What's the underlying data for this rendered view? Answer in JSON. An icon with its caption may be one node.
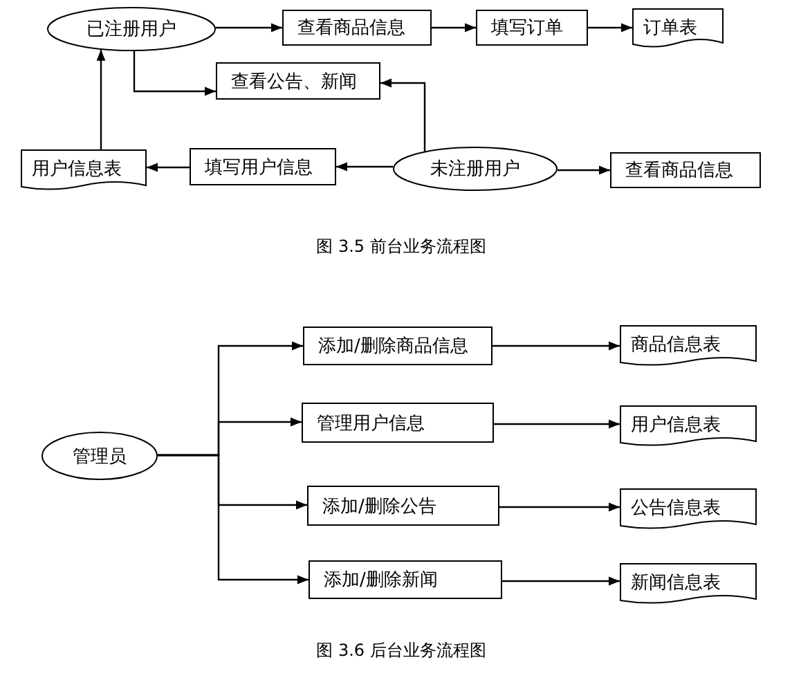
{
  "diagram": {
    "nodes": [
      {
        "text": [
          "已注册用户"
        ]
      },
      {
        "text": [
          "查看商品信息"
        ]
      },
      {
        "text": [
          "填写订单"
        ]
      },
      {
        "text": [
          "订单表"
        ]
      },
      {
        "text": [
          "查看公告、新闻"
        ]
      },
      {
        "text": [
          "用户信息表"
        ]
      },
      {
        "text": [
          "填写用户信息"
        ]
      },
      {
        "text": [
          "未注册用户"
        ]
      },
      {
        "text": [
          "查看商品信息"
        ]
      },
      {
        "text": [
          "管理员"
        ]
      },
      {
        "text": [
          "添加/删除商品信息"
        ]
      },
      {
        "text": [
          "管理用户信息"
        ]
      },
      {
        "text": [
          "添加/删除公告"
        ]
      },
      {
        "text": [
          "添加/删除新闻"
        ]
      },
      {
        "text": [
          "商品信息表"
        ]
      },
      {
        "text": [
          "用户信息表"
        ]
      },
      {
        "text": [
          "公告信息表"
        ]
      },
      {
        "text": [
          "新闻信息表"
        ]
      }
    ],
    "edges": [
      {
        "from": 0,
        "to": 1,
        "arrow": "to"
      },
      {
        "from": 1,
        "to": 2,
        "arrow": "to"
      },
      {
        "from": 2,
        "to": 3,
        "arrow": "to"
      },
      {
        "from": 0,
        "to": 4,
        "arrow": "to"
      },
      {
        "from": 7,
        "to": 4,
        "arrow": "to"
      },
      {
        "from": 7,
        "to": 6,
        "arrow": "to"
      },
      {
        "from": 6,
        "to": 5,
        "arrow": "to"
      },
      {
        "from": 5,
        "to": 0,
        "arrow": "to"
      },
      {
        "from": 7,
        "to": 8,
        "arrow": "to"
      },
      {
        "from": 9,
        "to": 10,
        "arrow": "to"
      },
      {
        "from": 9,
        "to": 11,
        "arrow": "to"
      },
      {
        "from": 9,
        "to": 12,
        "arrow": "to"
      },
      {
        "from": 9,
        "to": 13,
        "arrow": "to"
      },
      {
        "from": 10,
        "to": 14,
        "arrow": "to"
      },
      {
        "from": 11,
        "to": 15,
        "arrow": "to"
      },
      {
        "from": 12,
        "to": 16,
        "arrow": "to"
      },
      {
        "from": 13,
        "to": 17,
        "arrow": "to"
      }
    ],
    "labels": [
      "图 3.5 前台业务流程图",
      "图 3.6 后台业务流程图"
    ]
  }
}
